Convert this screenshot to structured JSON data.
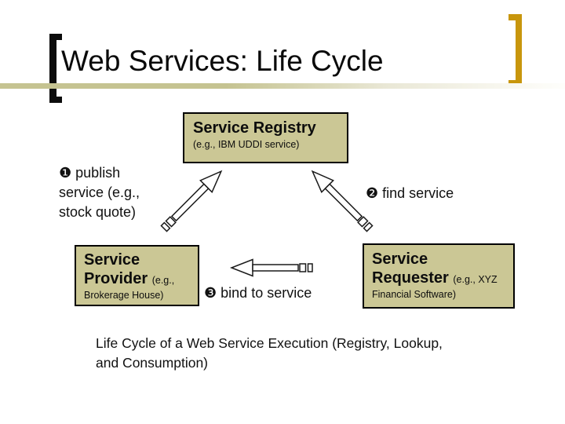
{
  "title": "Web Services: Life Cycle",
  "registry": {
    "title": "Service Registry",
    "subtitle": "(e.g., IBM UDDI service)"
  },
  "provider": {
    "title_line1": "Service",
    "title_line2": "Provider",
    "title_line2_small": "(e.g.,",
    "subtitle": "Brokerage House)"
  },
  "requester": {
    "title_line1": "Service",
    "title_line2": "Requester",
    "title_line2_small": "(e.g., XYZ",
    "subtitle": "Financial Software)"
  },
  "steps": {
    "publish": {
      "bullet": "❶",
      "line1": "publish",
      "line2": "service (e.g.,",
      "line3": "stock quote)"
    },
    "find": {
      "bullet": "❷",
      "label": "find service"
    },
    "bind": {
      "bullet": "❸",
      "label": "bind to service"
    }
  },
  "caption": {
    "line1": "Life Cycle of a Web Service Execution (Registry, Lookup,",
    "line2": "and Consumption)"
  },
  "colors": {
    "box_fill": "#cbc795",
    "box_border": "#000000",
    "rule_khaki": "#c5c391",
    "accent_gold": "#c8960c",
    "text": "#0d0d0d"
  }
}
